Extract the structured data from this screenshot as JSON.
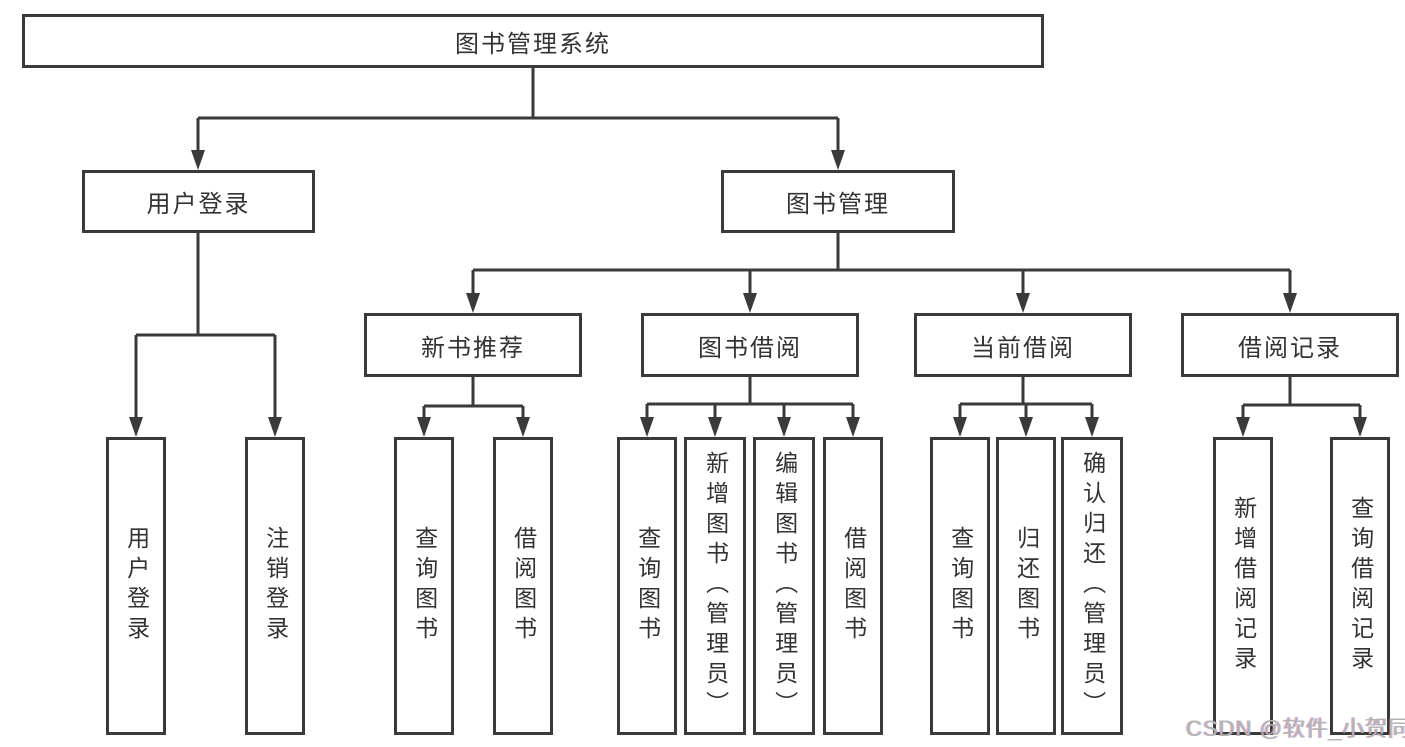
{
  "diagram": {
    "root": {
      "label": "图书管理系统"
    },
    "branches": [
      {
        "label": "用户登录",
        "children": [
          {
            "label": "用户登录"
          },
          {
            "label": "注销登录"
          }
        ]
      },
      {
        "label": "图书管理",
        "children": [
          {
            "label": "新书推荐",
            "children": [
              {
                "label": "查询图书"
              },
              {
                "label": "借阅图书"
              }
            ]
          },
          {
            "label": "图书借阅",
            "children": [
              {
                "label": "查询图书"
              },
              {
                "label": "新增图书（管理员）"
              },
              {
                "label": "编辑图书（管理员）"
              },
              {
                "label": "借阅图书"
              }
            ]
          },
          {
            "label": "当前借阅",
            "children": [
              {
                "label": "查询图书"
              },
              {
                "label": "归还图书"
              },
              {
                "label": "确认归还（管理员）"
              }
            ]
          },
          {
            "label": "借阅记录",
            "children": [
              {
                "label": "新增借阅记录"
              },
              {
                "label": "查询借阅记录"
              }
            ]
          }
        ]
      }
    ]
  },
  "watermark": {
    "text": "CSDN @软件_小贺同学"
  },
  "colors": {
    "line": "#3a3a3a",
    "box_border": "#3a3a3a",
    "text": "#333333",
    "background": "#ffffff",
    "watermark": "#b4b4b4"
  }
}
